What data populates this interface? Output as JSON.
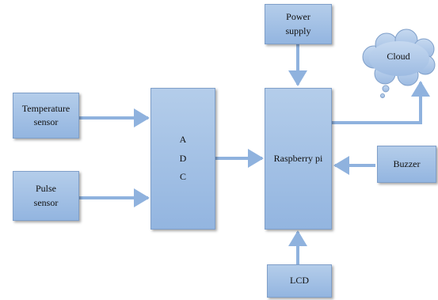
{
  "blocks": {
    "temperature_sensor": {
      "line1": "Temperature",
      "line2": "sensor"
    },
    "pulse_sensor": {
      "line1": "Pulse",
      "line2": "sensor"
    },
    "adc": {
      "letters": [
        "A",
        "D",
        "C"
      ]
    },
    "raspberry_pi": {
      "label": "Raspberry pi"
    },
    "power_supply": {
      "line1": "Power",
      "line2": "supply"
    },
    "cloud": {
      "label": "Cloud"
    },
    "buzzer": {
      "label": "Buzzer"
    },
    "lcd": {
      "label": "LCD"
    }
  },
  "colors": {
    "block_fill_top": "#b4cdea",
    "block_fill_bottom": "#93b5e0",
    "arrow": "#8fb2de"
  }
}
